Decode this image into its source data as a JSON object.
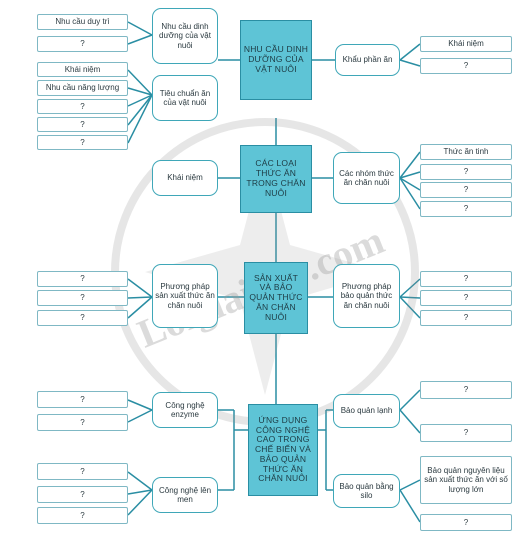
{
  "center": [
    "NHU CẦU DINH DƯỠNG CỦA VẬT NUÔI",
    "CÁC LOẠI THỨC ĂN TRONG CHĂN NUÔI",
    "SẢN XUẤT VÀ BẢO QUẢN THỨC ĂN CHĂN NUÔI",
    "ỨNG DỤNG CÔNG NGHỆ CAO TRONG CHẾ BIẾN VÀ BẢO QUẢN THỨC ĂN CHĂN NUÔI"
  ],
  "left_mid": [
    "Nhu cầu dinh dưỡng của vật nuôi",
    "Tiêu chuẩn ăn của vật nuôi",
    "Khái niệm",
    "Phương pháp sản xuất thức ăn chăn nuôi",
    "Công nghệ enzyme",
    "Công nghệ lên men"
  ],
  "right_mid": [
    "Khẩu phần ăn",
    "Các nhóm thức ăn chăn nuôi",
    "Phương pháp bảo quản thức ăn chăn nuôi",
    "Bảo quản lạnh",
    "Bảo quản bằng silo"
  ],
  "left_leaves": [
    "Nhu cầu duy trì",
    "?",
    "Khái niệm",
    "Nhu cầu năng lượng",
    "?",
    "?",
    "?",
    "?",
    "?",
    "?",
    "?",
    "?",
    "?",
    "?",
    "?"
  ],
  "right_leaves": [
    "Khái niệm",
    "?",
    "Thức ăn tinh",
    "?",
    "?",
    "?",
    "?",
    "?",
    "?",
    "?",
    "?",
    "Bảo quản nguyên liệu sản xuất thức ăn với số lượng lớn",
    "?"
  ],
  "watermark": "Loigiaihay.com",
  "colors": {
    "main_fill": "#5ec4d6",
    "line": "#2a8ea3",
    "leaf_border": "#7fb8c4"
  }
}
